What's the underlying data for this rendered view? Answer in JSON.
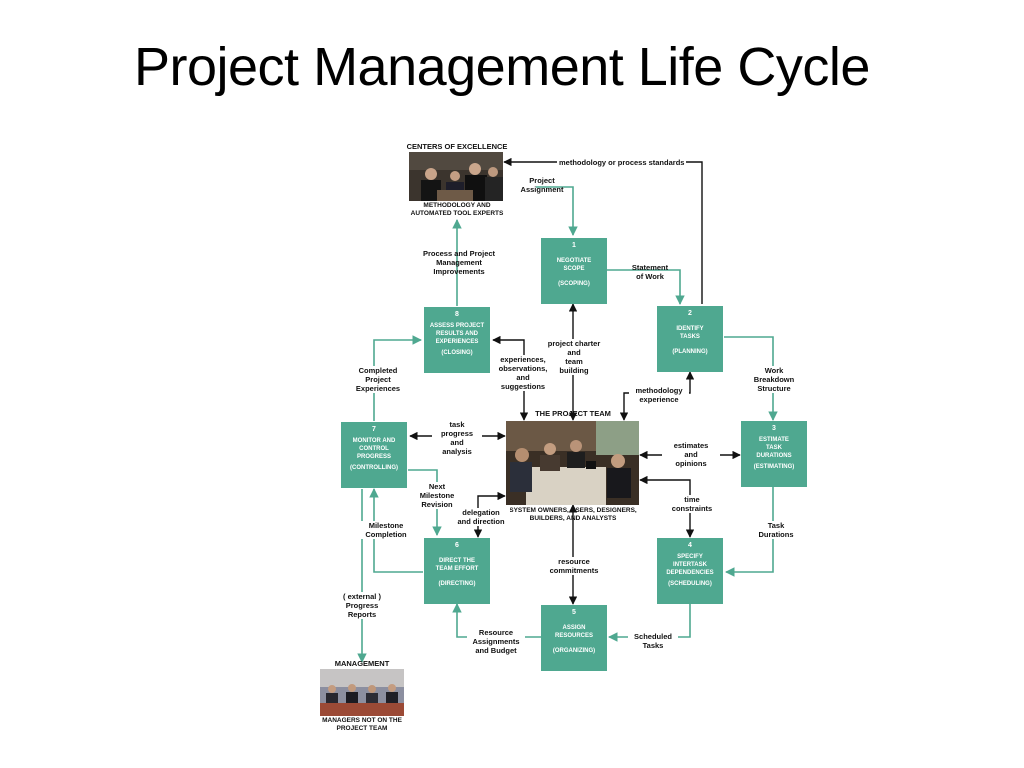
{
  "title": "Project Management Life Cycle",
  "diagram": {
    "centers": {
      "heading": "CENTERS OF EXCELLENCE",
      "caption": "Methodology and\nAutomated Tool Experts"
    },
    "team": {
      "heading": "THE PROJECT TEAM",
      "caption": "System Owners, Users, Designers,\nBuilders, and Analysts"
    },
    "management": {
      "heading": "MANAGEMENT",
      "caption": "Managers not on the\nProject Team"
    },
    "phases": [
      {
        "num": "1",
        "name": "Negotiate\nScope",
        "code": "(scoping)"
      },
      {
        "num": "2",
        "name": "Identify\nTasks",
        "code": "(planning)"
      },
      {
        "num": "3",
        "name": "Estimate\ntask\nDurations",
        "code": "(estimating)"
      },
      {
        "num": "4",
        "name": "Specify\nIntertask\nDependencies",
        "code": "(scheduling)"
      },
      {
        "num": "5",
        "name": "Assign\nResources",
        "code": "(organizing)"
      },
      {
        "num": "6",
        "name": "Direct the\nTeam Effort",
        "code": "(directing)"
      },
      {
        "num": "7",
        "name": "Monitor and\nControl\nProgress",
        "code": "(controlling)"
      },
      {
        "num": "8",
        "name": "Assess Project\nResults and\nExperiences",
        "code": "(closing)"
      }
    ],
    "flows": {
      "methodology_standards": "methodology or process standards",
      "project_assignment": "Project\nAssignment",
      "process_improvements": "Process and Project\nManagement\nImprovements",
      "statement_of_work": "Statement\nof Work",
      "project_charter": "project charter\nand\nteam\nbuilding",
      "experiences": "experiences,\nobservations,\nand\nsuggestions",
      "methodology_experience": "methodology\nexperience",
      "wbs": "Work\nBreakdown\nStructure",
      "completed_experiences": "Completed\nProject\nExperiences",
      "task_progress": "task\nprogress\nand\nanalysis",
      "estimates": "estimates\nand\nopinions",
      "next_milestone": "Next\nMilestone\nRevision",
      "delegation": "delegation\nand direction",
      "time_constraints": "time\nconstraints",
      "task_durations": "Task\nDurations",
      "milestone_completion": "Milestone\nCompletion",
      "resource_commitments": "resource\ncommitments",
      "progress_reports": "( external )\nProgress\nReports",
      "resource_budget": "Resource\nAssignments\nand Budget",
      "scheduled_tasks": "Scheduled\nTasks"
    },
    "colors": {
      "phase_fill": "#4fa890",
      "arrow_teal": "#4fa890",
      "arrow_black": "#111111"
    }
  }
}
